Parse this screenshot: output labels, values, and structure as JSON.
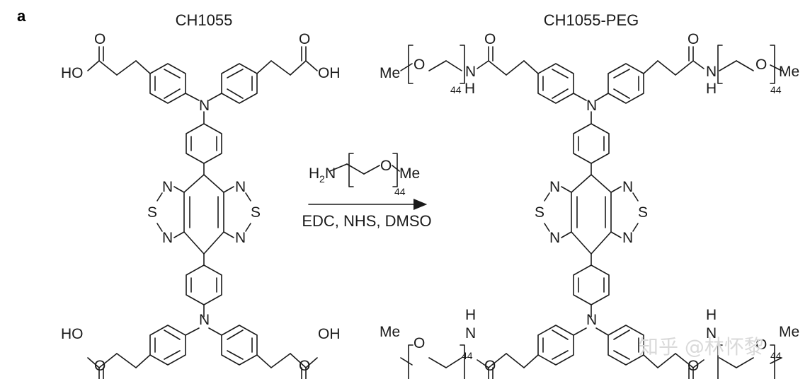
{
  "panel_label": "a",
  "left_title": "CH1055",
  "right_title": "CH1055-PEG",
  "reagent": {
    "conditions": "EDC, NHS, DMSO",
    "amine": "N",
    "h": "H",
    "h2_sub": "2",
    "o": "O",
    "me": "Me",
    "n_sub": "44"
  },
  "atoms": {
    "ho": "HO",
    "oh": "OH",
    "o": "O",
    "n": "N",
    "s": "S",
    "h": "H",
    "me": "Me",
    "n44": "44"
  },
  "watermark": "知乎 @林怀黎"
}
